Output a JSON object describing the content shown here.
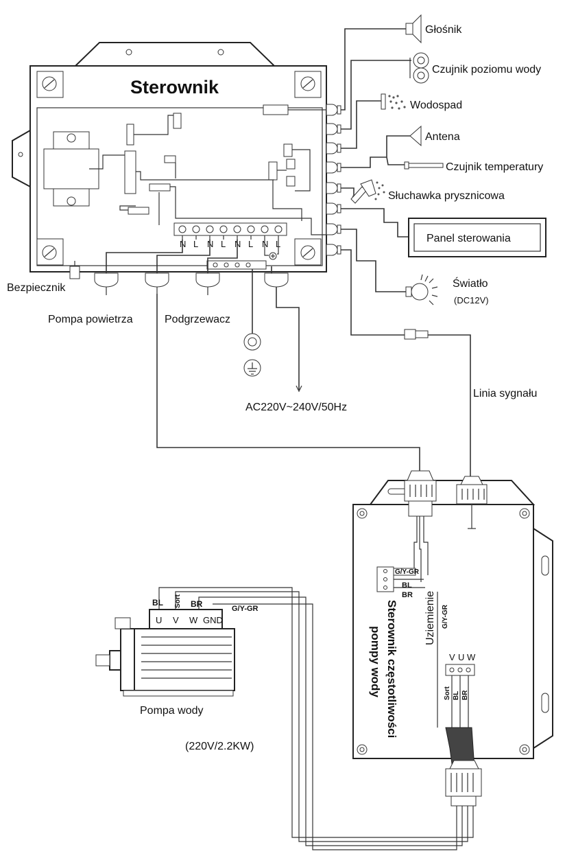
{
  "controller": {
    "title": "Sterownik"
  },
  "peripherals": {
    "speaker": "Głośnik",
    "water_level_sensor": "Czujnik poziomu wody",
    "waterfall": "Wodospad",
    "antenna": "Antena",
    "temperature_sensor": "Czujnik temperatury",
    "shower_head": "Słuchawka prysznicowa",
    "control_panel": "Panel sterowania",
    "light": "Światło",
    "light_voltage": "(DC12V)"
  },
  "bottom_devices": {
    "fuse": "Bezpiecznik",
    "air_pump": "Pompa powietrza",
    "heater": "Podgrzewacz",
    "mains": "AC220V~240V/50Hz",
    "signal_line": "Linia sygnału"
  },
  "terminal_labels": [
    "N",
    "L",
    "N",
    "L",
    "N",
    "L",
    "N",
    "L"
  ],
  "pump": {
    "label": "Pompa wody",
    "rating": "(220V/2.2KW)",
    "terminals": [
      "U",
      "V",
      "W",
      "GND"
    ],
    "wire_bl": "BL",
    "wire_sort": "Sort",
    "wire_br": "BR",
    "wire_gnd": "G/Y-GR"
  },
  "inverter": {
    "title_line1": "Sterownik częstotliwości",
    "title_line2": "pompy wody",
    "ground_label": "Uziemienie",
    "ground_wire": "G/Y-GR",
    "input_wires": [
      "G/Y-GR",
      "BL",
      "BR"
    ],
    "output_terminals": [
      "V",
      "U",
      "W"
    ],
    "output_wires": [
      "Sort",
      "BL",
      "BR"
    ]
  }
}
